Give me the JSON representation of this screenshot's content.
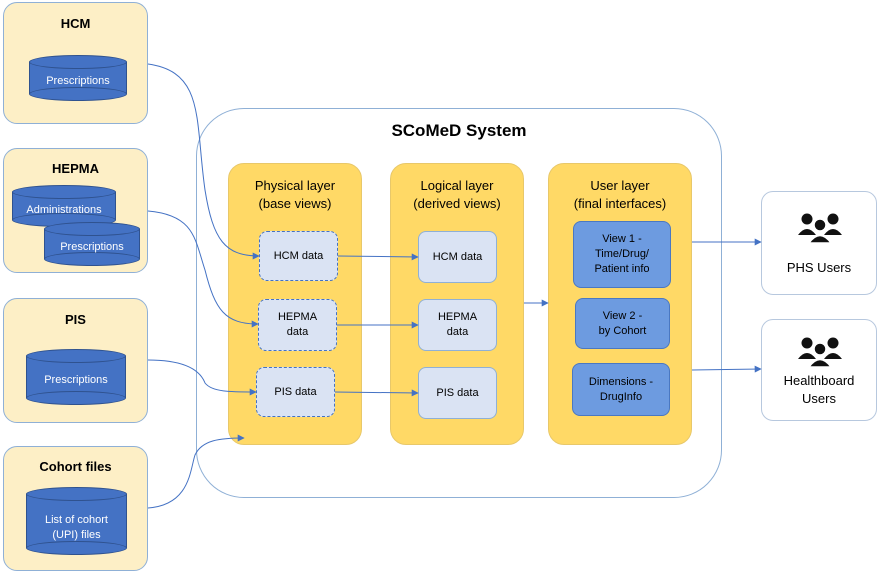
{
  "sources": {
    "hcm": {
      "title": "HCM",
      "db": "Prescriptions"
    },
    "hepma": {
      "title": "HEPMA",
      "db1": "Administrations",
      "db2": "Prescriptions"
    },
    "pis": {
      "title": "PIS",
      "db": "Prescriptions"
    },
    "cohort": {
      "title": "Cohort files",
      "db_line1": "List of cohort",
      "db_line2": "(UPI) files"
    }
  },
  "system": {
    "title": "SCoMeD System",
    "physical": {
      "title_line1": "Physical layer",
      "title_line2": "(base views)",
      "nodes": {
        "hcm": "HCM data",
        "hepma_line1": "HEPMA",
        "hepma_line2": "data",
        "pis": "PIS data"
      }
    },
    "logical": {
      "title_line1": "Logical layer",
      "title_line2": "(derived views)",
      "nodes": {
        "hcm": "HCM data",
        "hepma_line1": "HEPMA",
        "hepma_line2": "data",
        "pis": "PIS data"
      }
    },
    "user": {
      "title_line1": "User layer",
      "title_line2": "(final interfaces)",
      "view1_line1": "View 1 -",
      "view1_line2": "Time/Drug/",
      "view1_line3": "Patient info",
      "view2_line1": "View 2 -",
      "view2_line2": "by Cohort",
      "dim_line1": "Dimensions  -",
      "dim_line2": "DrugInfo"
    }
  },
  "consumers": {
    "phs": {
      "label": "PHS Users",
      "icon": "people-icon"
    },
    "healthboard": {
      "label_line1": "Healthboard",
      "label_line2": "Users",
      "icon": "people-icon"
    }
  },
  "colors": {
    "source_fill": "#fdefc6",
    "layer_fill": "#ffd966",
    "database_fill": "#4472c4",
    "node_fill": "#dae3f3",
    "view_fill": "#6d9be0",
    "connector": "#4472c4"
  }
}
